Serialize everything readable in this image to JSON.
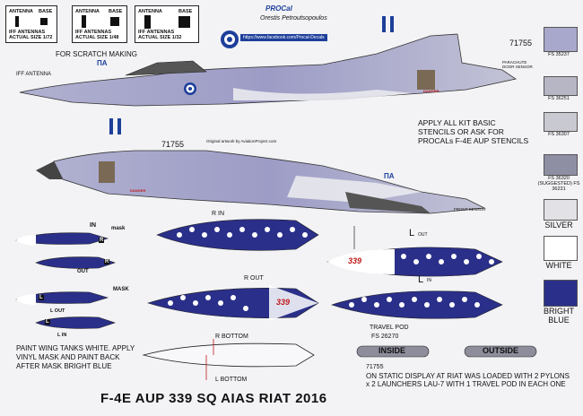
{
  "stencil_boxes": [
    {
      "antenna": "ANTENNA",
      "base": "BASE",
      "title": "IFF ANTENNAS",
      "size": "ACTUAL SIZE 1/72"
    },
    {
      "antenna": "ANTENNA",
      "base": "BASE",
      "title": "IFF ANTENNAS",
      "size": "ACTUAL SIZE 1/48"
    },
    {
      "antenna": "ANTENNA",
      "base": "BASE",
      "title": "IFF ANTENNAS",
      "size": "ACTUAL SIZE 1/32"
    }
  ],
  "header": {
    "brand": "PROCal",
    "author": "Orestis Petroutsopoulos",
    "url": "https://www.facebook.com/Procal-Decals"
  },
  "notes": {
    "scratch": "FOR SCRATCH MAKING",
    "iff": "IFF ANTENNA",
    "pi_alpha_1": "ΠΑ",
    "pi_alpha_2": "ΠΑ",
    "serial_top": "71755",
    "serial_mid": "71755",
    "serial_low": "71755",
    "parachute": "PARACHUTE DOOR SENSOR",
    "front_sensor": "FRONT SENSOR",
    "artwork": "Original artwork by AviationProject.com",
    "apply_kit": "APPLY ALL KIT BASIC STENCILS OR ASK FOR PROCALs F-4E AUP STENCILS",
    "wing_tanks": "PAINT WING TANKS WHITE. APPLY VINYL MASK AND PAINT BACK AFTER MASK BRIGHT BLUE",
    "static_display": "ON STATIC DISPLAY AT RIAT WAS LOADED WITH 2 PYLONS x 2 LAUNCHERS LAU-7 WITH 1 TRAVEL POD IN EACH ONE",
    "travel_pod": "TRAVEL POD",
    "travel_fs": "FS 26270",
    "inside": "INSIDE",
    "outside": "OUTSIDE",
    "title": "F-4E AUP 339 SQ AIAS RIAT 2016",
    "danger": "DANGER"
  },
  "tank_labels": {
    "in": "IN",
    "mask": "mask",
    "out": "OUT",
    "r": "R",
    "l": "L",
    "MASK": "MASK",
    "l_out": "L OUT",
    "l_in": "L IN",
    "r_in": "R IN",
    "r_out": "R OUT",
    "l_out2": "L",
    "l_out2_sub": "OUT",
    "l_in2": "L",
    "l_in2_sub": "IN",
    "r_bottom": "R BOTTOM",
    "l_bottom": "L BOTTOM",
    "tank_339": "339"
  },
  "swatches": [
    {
      "label": "FS 35237",
      "color": "#a8a8cc"
    },
    {
      "label": "FS 36251",
      "color": "#b6b6c4"
    },
    {
      "label": "FS 36307",
      "color": "#c9c9d2"
    },
    {
      "label": "FS 36320 (SUGGESTED) FS 36231",
      "color": "#8f8fa4"
    },
    {
      "label": "SILVER",
      "color": "#e2e2e6"
    },
    {
      "label": "WHITE",
      "color": "#ffffff"
    },
    {
      "label": "BRIGHT BLUE",
      "color": "#2a2f8a"
    }
  ]
}
